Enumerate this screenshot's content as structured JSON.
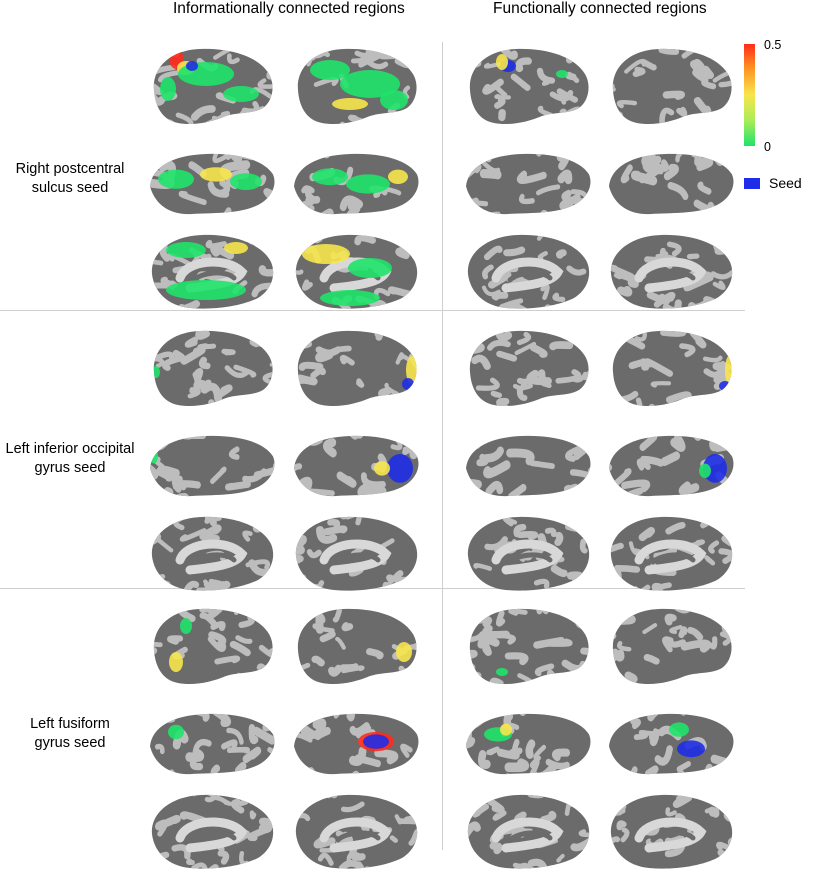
{
  "columns": {
    "informational": "Informationally connected regions",
    "functional": "Functionally connected regions"
  },
  "rows": [
    {
      "label_line1": "Right postcentral",
      "label_line2": "sulcus seed"
    },
    {
      "label_line1": "Left inferior occipital",
      "label_line2": "gyrus seed"
    },
    {
      "label_line1": "Left fusiform",
      "label_line2": "gyrus seed"
    }
  ],
  "colorbar": {
    "max_label": "0.5",
    "min_label": "0",
    "max": 0.5,
    "min": 0
  },
  "legend": {
    "seed_label": "Seed"
  },
  "colors": {
    "sulcus": "#6b6b6b",
    "gyrus": "#bdbdbd",
    "seed": "#1f2ee6",
    "low": "#1fe36a",
    "mid": "#f7e64c",
    "high": "#ff2b1c"
  }
}
